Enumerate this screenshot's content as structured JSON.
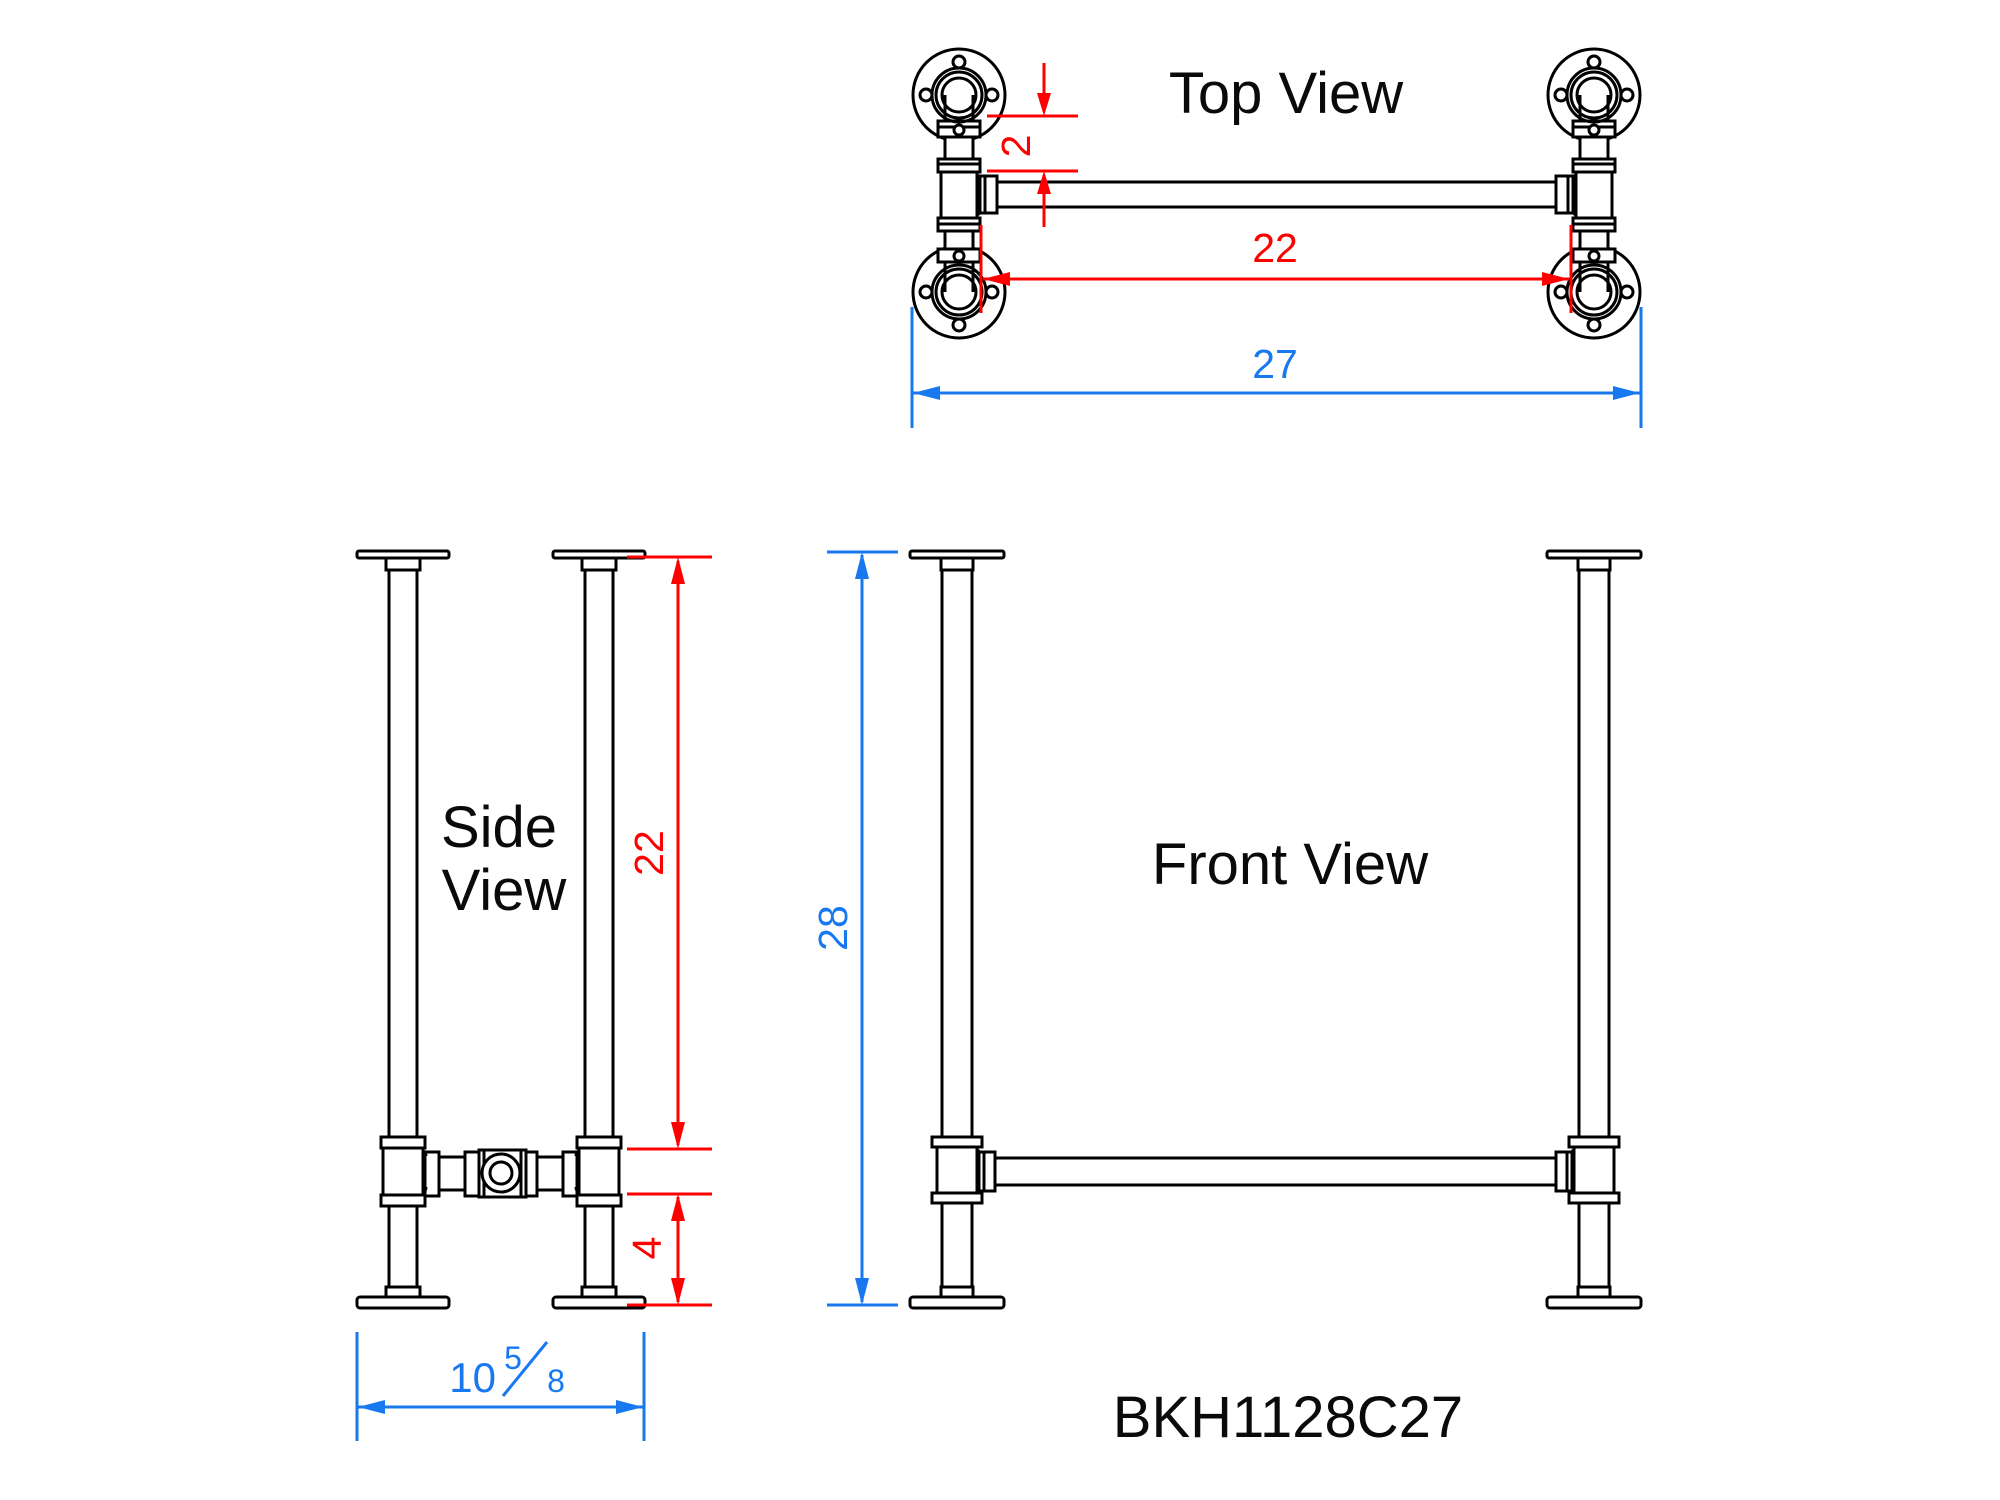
{
  "drawing": {
    "part_number": "BKH1128C27",
    "views": {
      "top": {
        "label": "Top View"
      },
      "side": {
        "label_line1": "Side",
        "label_line2": "View"
      },
      "front": {
        "label": "Front View"
      }
    },
    "dimensions": {
      "top_flange_to_bar": {
        "value": "2"
      },
      "top_bar_span": {
        "value": "22"
      },
      "top_overall_width": {
        "value": "27"
      },
      "side_top_to_stretcher": {
        "value": "22"
      },
      "side_stretcher_to_floor": {
        "value": "4"
      },
      "side_overall_depth": {
        "whole": "10",
        "numerator": "5",
        "denominator": "8",
        "display": "10 5/8"
      },
      "front_overall_height": {
        "value": "28"
      }
    },
    "colors": {
      "geometry": "#000000",
      "dimension_red": "#ff0000",
      "dimension_blue": "#1778f0"
    }
  }
}
